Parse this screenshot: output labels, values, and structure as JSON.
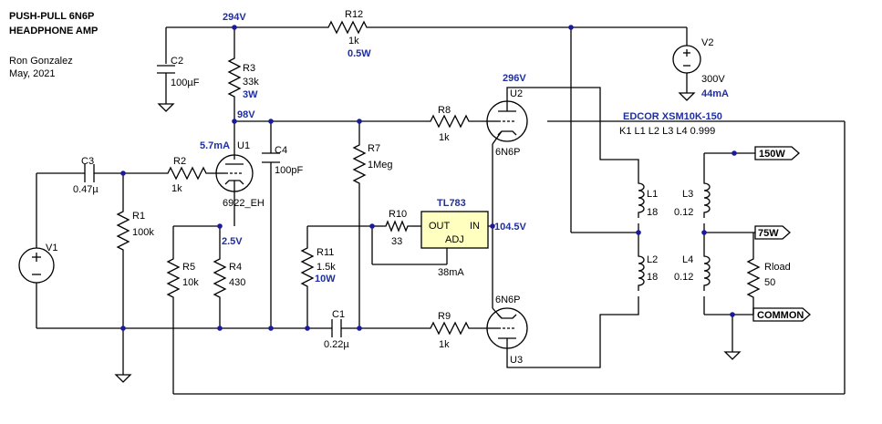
{
  "title": {
    "line1": "PUSH-PULL 6N6P",
    "line2": "HEADPHONE AMP"
  },
  "author": {
    "name": "Ron Gonzalez",
    "date": "May, 2021"
  },
  "nodes": {
    "v294": "294V",
    "v98": "98V",
    "i57": "5.7mA",
    "v25": "2.5V",
    "v296": "296V",
    "v1045": "104.5V",
    "i38": "38mA",
    "v2v": "300V",
    "v2i": "44mA"
  },
  "parts": {
    "r12": {
      "ref": "R12",
      "val": "1k",
      "pwr": "0.5W"
    },
    "c2": {
      "ref": "C2",
      "val": "100µF"
    },
    "r3": {
      "ref": "R3",
      "val": "33k",
      "pwr": "3W"
    },
    "c4": {
      "ref": "C4",
      "val": "100pF"
    },
    "r7": {
      "ref": "R7",
      "val": "1Meg"
    },
    "r8": {
      "ref": "R8",
      "val": "1k"
    },
    "c3": {
      "ref": "C3",
      "val": "0.47µ"
    },
    "r2": {
      "ref": "R2",
      "val": "1k"
    },
    "r1": {
      "ref": "R1",
      "val": "100k"
    },
    "u1": {
      "ref": "U1",
      "val": "6922_EH"
    },
    "r5": {
      "ref": "R5",
      "val": "10k"
    },
    "r4": {
      "ref": "R4",
      "val": "430"
    },
    "r11": {
      "ref": "R11",
      "val": "1.5k",
      "pwr": "10W"
    },
    "r10": {
      "ref": "R10",
      "val": "33"
    },
    "tl783": {
      "ref": "TL783",
      "out": "OUT",
      "in": "IN",
      "adj": "ADJ"
    },
    "c1": {
      "ref": "C1",
      "val": "0.22µ"
    },
    "r9": {
      "ref": "R9",
      "val": "1k"
    },
    "u2": {
      "ref": "U2",
      "val": "6N6P"
    },
    "u3": {
      "ref": "U3",
      "val": "6N6P"
    },
    "v1": {
      "ref": "V1"
    },
    "v2": {
      "ref": "V2"
    },
    "xfmr": {
      "name": "EDCOR  XSM10K-150",
      "coupling": "K1 L1 L2 L3 L4 0.999"
    },
    "l1": {
      "ref": "L1",
      "val": "18"
    },
    "l2": {
      "ref": "L2",
      "val": "18"
    },
    "l3": {
      "ref": "L3",
      "val": "0.12"
    },
    "l4": {
      "ref": "L4",
      "val": "0.12"
    },
    "rload": {
      "ref": "Rload",
      "val": "50"
    }
  },
  "ports": {
    "p150": "150W",
    "p75": "75W",
    "common": "COMMON"
  }
}
